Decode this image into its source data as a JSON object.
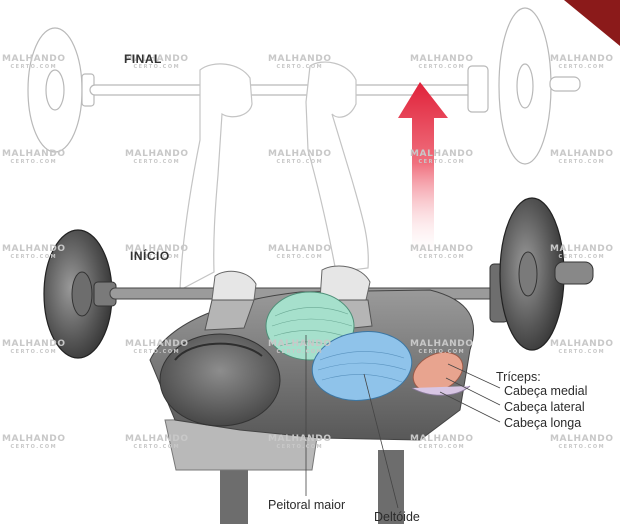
{
  "labels": {
    "final": "FINAL",
    "inicio": "INÍCIO",
    "triceps_heading": "Tríceps:",
    "cabeca_medial": "Cabeça medial",
    "cabeca_lateral": "Cabeça lateral",
    "cabeca_longa": "Cabeça longa",
    "peitoral_maior": "Peitoral maior",
    "deltoide": "Deltóide"
  },
  "watermark": {
    "brand": "MALHANDO",
    "sub": "CERTO.COM"
  },
  "colors": {
    "arrow": "#e0223a",
    "pectoral": "#a6e0cc",
    "deltoid": "#8fc3ea",
    "triceps": "#e8a48f",
    "corner": "#8b1a1a"
  }
}
